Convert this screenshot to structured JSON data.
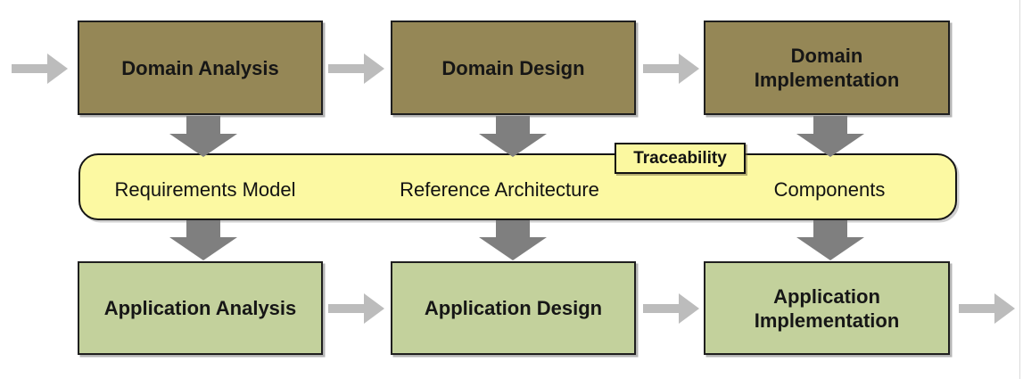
{
  "top_row": {
    "boxes": [
      {
        "label": "Domain Analysis"
      },
      {
        "label": "Domain Design"
      },
      {
        "label": "Domain Implementation"
      }
    ]
  },
  "middle_band": {
    "tag": "Traceability",
    "labels": [
      "Requirements Model",
      "Reference Architecture",
      "Components"
    ]
  },
  "bottom_row": {
    "boxes": [
      {
        "label": "Application Analysis"
      },
      {
        "label": "Application Design"
      },
      {
        "label": "Application Implementation"
      }
    ]
  },
  "colors": {
    "domain_box": "#958756",
    "application_box": "#c3d19c",
    "band_fill": "#fcf9a2",
    "tag_fill": "#fbf8a0",
    "flow_arrow": "#bcbcbc",
    "down_arrow": "#7f7f7f",
    "box_border": "#1f1f1f"
  }
}
